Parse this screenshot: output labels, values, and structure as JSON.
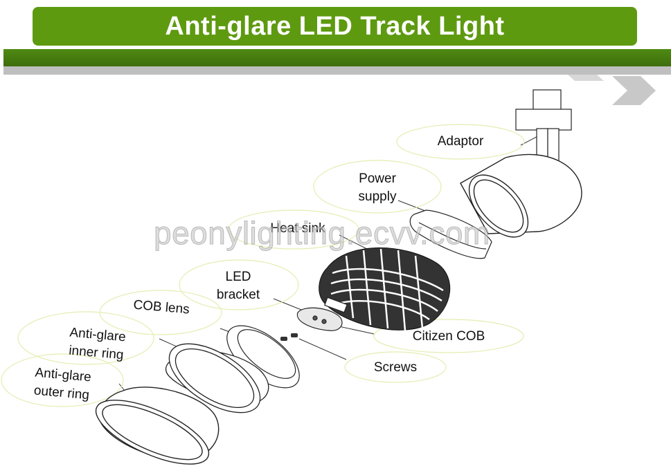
{
  "title": "Anti-glare LED Track Light",
  "watermark": "peonylighting.ecvv.com",
  "labels": {
    "adaptor": "Adaptor",
    "power_supply_line1": "Power",
    "power_supply_line2": "supply",
    "heat_sink": "Heat sink",
    "led_bracket_line1": "LED",
    "led_bracket_line2": "bracket",
    "cob_lens": "COB lens",
    "inner_ring_line1": "Anti-glare",
    "inner_ring_line2": "inner ring",
    "outer_ring_line1": "Anti-glare",
    "outer_ring_line2": "outer ring",
    "citizen_cob": "Citizen COB",
    "screws": "Screws"
  },
  "colors": {
    "title_green": "#5e9a10",
    "band_green": "#4f8a12",
    "band_gray": "#bfbfbf",
    "bubble_outline": "#e6eeb0"
  }
}
